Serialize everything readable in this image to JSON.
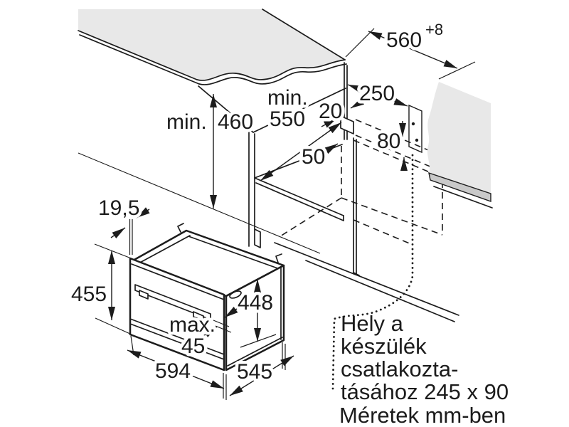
{
  "diagram": {
    "dimensions": {
      "niche_width": "560",
      "niche_width_tolerance": "+8",
      "niche_height_prefix": "min.",
      "niche_height": "460",
      "niche_depth_prefix": "min.",
      "niche_depth": "550",
      "rear_gap": "20",
      "connection_distance": "250",
      "connection_height": "80",
      "rear_recess": "50",
      "top_clearance": "19,5",
      "appliance_front_height": "455",
      "appliance_body_height": "448",
      "front_protrusion_prefix": "max.",
      "front_protrusion": "45",
      "appliance_width": "594",
      "appliance_depth": "545"
    },
    "notes": {
      "connection_line1": "Hely a",
      "connection_line2": "készülék",
      "connection_line3": "csatlakozta-",
      "connection_line4": "tásához 245 x 90",
      "units": "Méretek mm-ben"
    },
    "colors": {
      "line": "#1c1c1c",
      "surface": "#e8e8e8",
      "edge": "#c9c9c9",
      "background": "#ffffff"
    }
  }
}
